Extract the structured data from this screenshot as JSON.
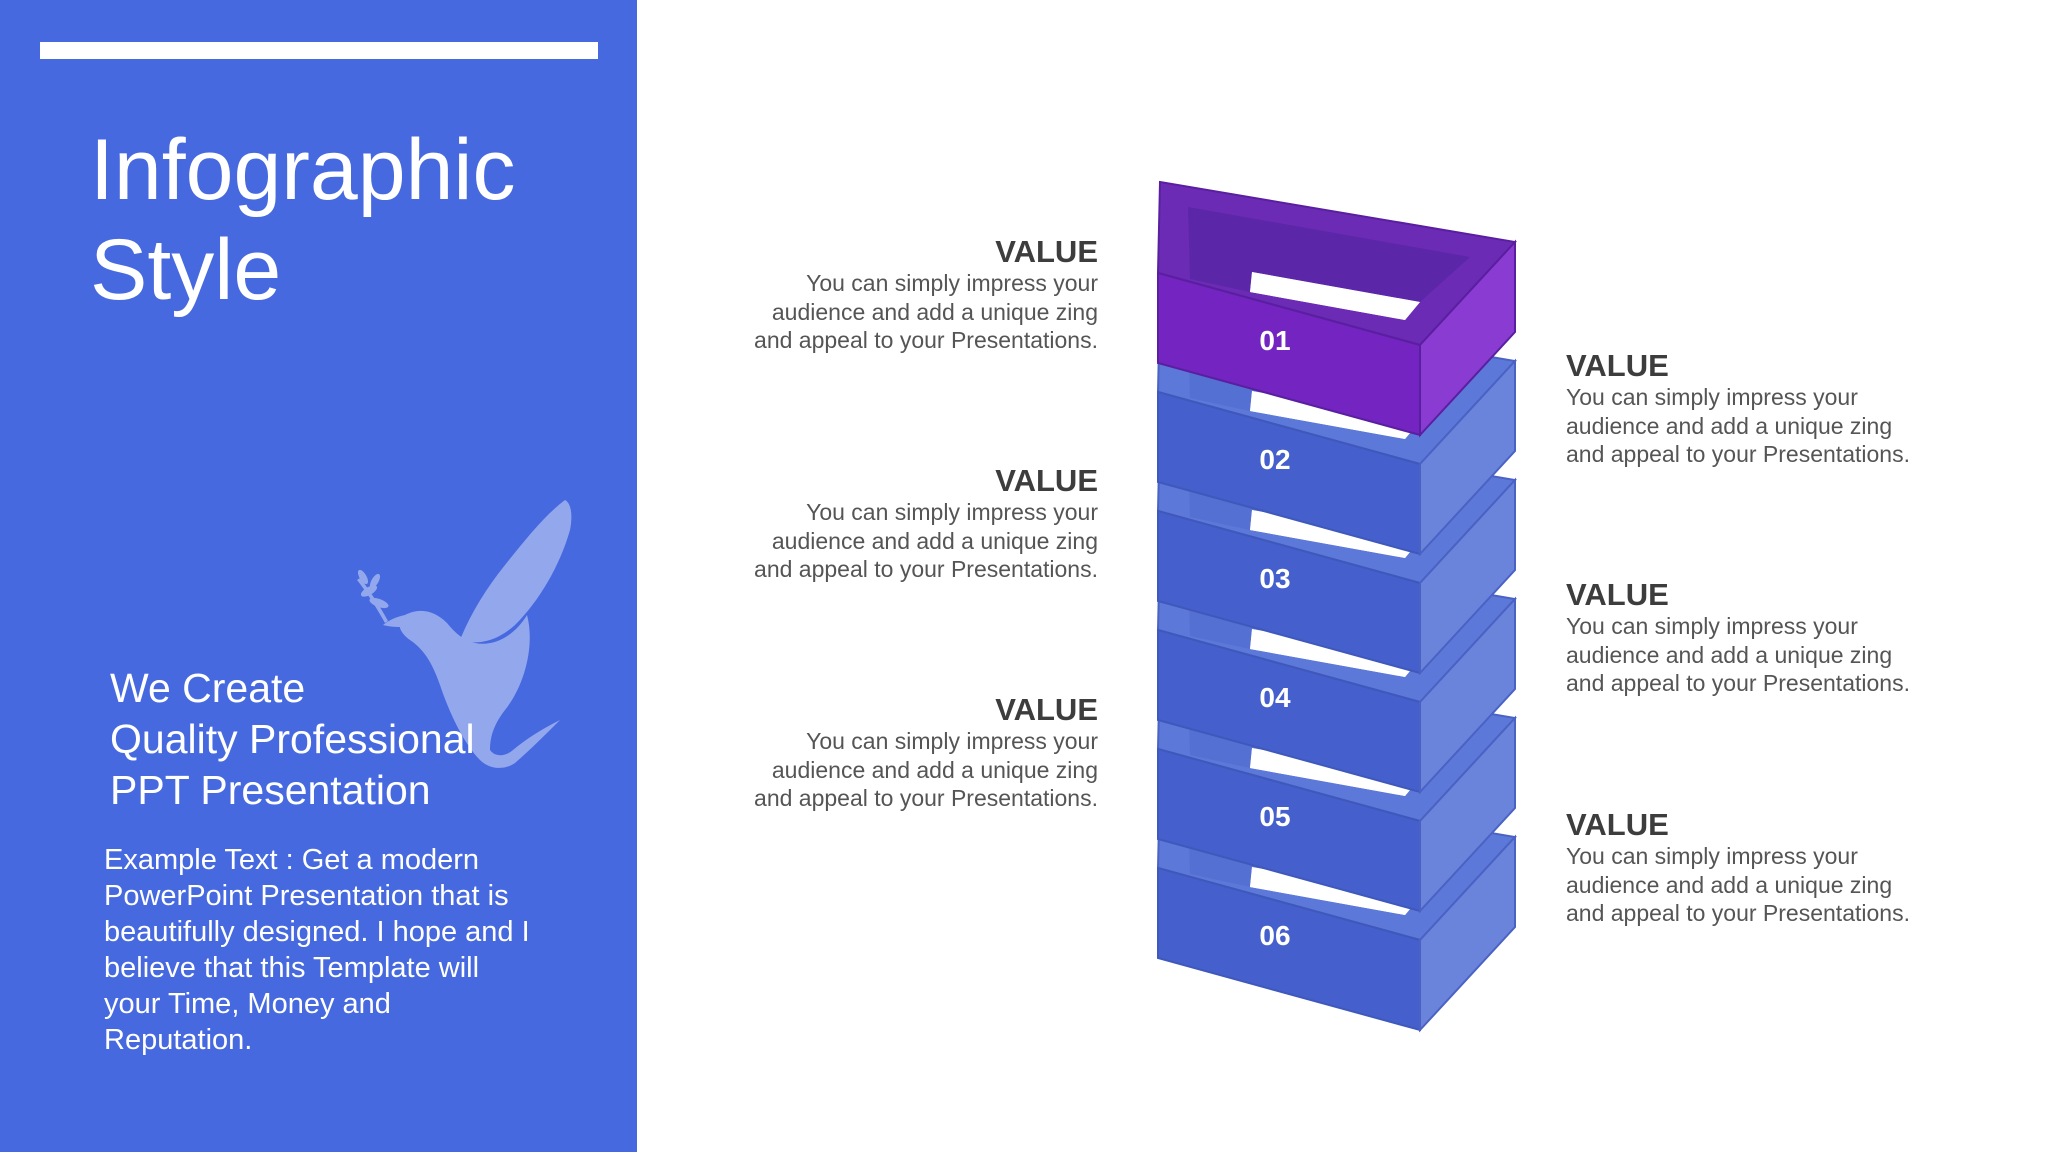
{
  "sidebar": {
    "title_lines": [
      "Infographic",
      "Style"
    ],
    "subtitle_lines": [
      "We Create",
      "Quality Professional",
      "PPT Presentation"
    ],
    "body_lines": [
      "Example Text : Get a modern",
      "PowerPoint  Presentation that is",
      "beautifully designed. I hope and I",
      "believe that this Template will",
      "your Time, Money and",
      "Reputation."
    ]
  },
  "stack": {
    "items": [
      {
        "number": "01",
        "highlight": true
      },
      {
        "number": "02",
        "highlight": false
      },
      {
        "number": "03",
        "highlight": false
      },
      {
        "number": "04",
        "highlight": false
      },
      {
        "number": "05",
        "highlight": false
      },
      {
        "number": "06",
        "highlight": false
      }
    ]
  },
  "callouts": [
    {
      "side": "left",
      "heading": "VALUE",
      "lines": [
        "You can simply impress your",
        "audience and add a unique zing",
        "and appeal to your Presentations."
      ]
    },
    {
      "side": "right",
      "heading": "VALUE",
      "lines": [
        "You can simply impress your",
        "audience and add a unique zing",
        "and appeal to your Presentations."
      ]
    },
    {
      "side": "left",
      "heading": "VALUE",
      "lines": [
        "You can simply impress your",
        "audience and add a unique zing",
        "and appeal to your Presentations."
      ]
    },
    {
      "side": "right",
      "heading": "VALUE",
      "lines": [
        "You can simply impress your",
        "audience and add a unique zing",
        "and appeal to your Presentations."
      ]
    },
    {
      "side": "left",
      "heading": "VALUE",
      "lines": [
        "You can simply impress your",
        "audience and add a unique zing",
        "and appeal to your Presentations."
      ]
    },
    {
      "side": "right",
      "heading": "VALUE",
      "lines": [
        "You can simply impress your",
        "audience and add a unique zing",
        "and appeal to your Presentations."
      ]
    }
  ],
  "colors": {
    "panel": "#4669e0",
    "box_top": "#5c78d8",
    "box_front": "#4560cc",
    "box_side": "#6a84dc",
    "highlight_top": "#6b2bb5",
    "highlight_front": "#7424c0",
    "highlight_side": "#8a3bd1",
    "dove": "#93a8ec"
  },
  "icons": {
    "dove": "dove-with-olive-branch-icon"
  }
}
